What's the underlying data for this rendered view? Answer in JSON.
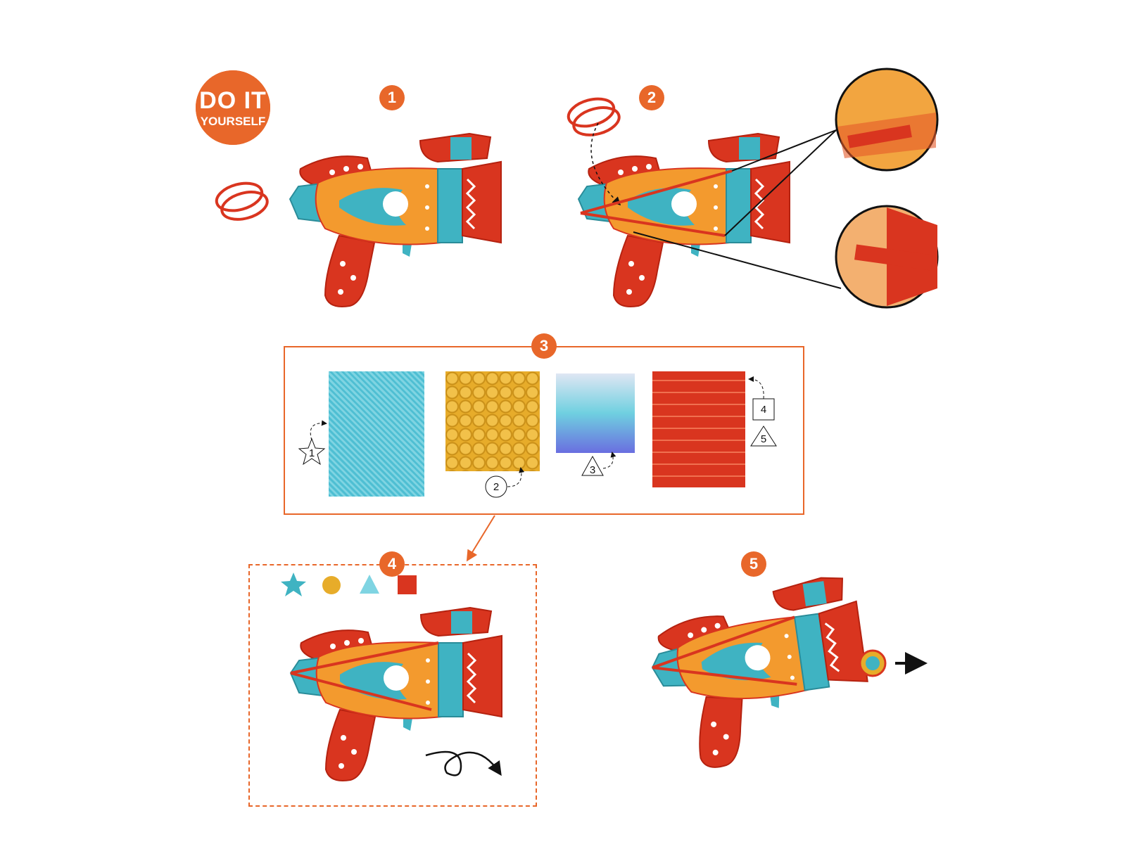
{
  "logo": {
    "line1": "DO IT",
    "line2": "YOURSELF"
  },
  "steps": [
    {
      "number": "1"
    },
    {
      "number": "2"
    },
    {
      "number": "3"
    },
    {
      "number": "4"
    },
    {
      "number": "5"
    }
  ],
  "sticker_markers": [
    {
      "label": "1",
      "shape": "star"
    },
    {
      "label": "2",
      "shape": "circle"
    },
    {
      "label": "3",
      "shape": "triangle"
    },
    {
      "label": "4",
      "shape": "square"
    },
    {
      "label": "5",
      "shape": "triangle"
    }
  ],
  "colors": {
    "accent": "#e8672a",
    "red": "#d9351f",
    "orange": "#f39a2e",
    "teal": "#3fb3c2",
    "gold": "#e7ac2a",
    "glitter": "#4fbfd3"
  }
}
